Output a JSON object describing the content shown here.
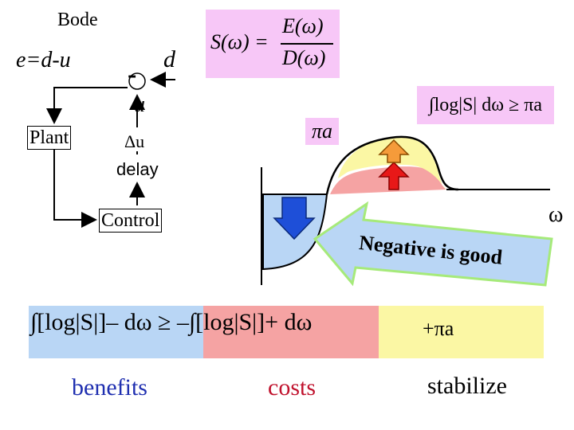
{
  "block_diagram": {
    "title": "Bode",
    "error_label": "e=d-u",
    "disturbance_label": "d",
    "minus_sign": "-",
    "control_signal": "u",
    "delta_u": "Δu",
    "delay_label": "delay",
    "plant_label": "Plant",
    "control_label": "Control"
  },
  "equations": {
    "sensitivity_lhs": "S(ω) =",
    "sensitivity_num": "E(ω)",
    "sensitivity_den": "D(ω)",
    "integral_constraint": "∫log|S| dω ≥ πa",
    "pi_a": "πa",
    "benefits_cost_lhs": "∫[log|S|]– dω ≥ –∫[log|S|]+ dω",
    "stabilize_term": "+πa"
  },
  "plot": {
    "axis_label": "ω",
    "arrow_text": "Negative is good"
  },
  "labels": {
    "benefits": "benefits",
    "costs": "costs",
    "stabilize": "stabilize"
  },
  "colors": {
    "pink_box": "#f7c7f7",
    "benefits_blue": "#b9d6f5",
    "costs_red": "#f5a3a3",
    "stabilize_yellow": "#fbf7a4",
    "benefits_text": "#1f2fb0",
    "costs_text": "#c0122d"
  }
}
